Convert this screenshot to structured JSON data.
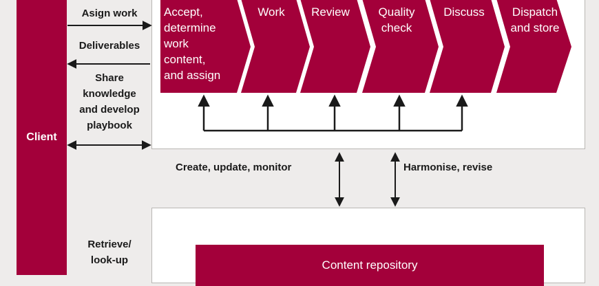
{
  "client": {
    "label": "Client"
  },
  "interactions": {
    "assign_work": "Asign work",
    "deliverables": "Deliverables",
    "share_knowledge": "Share\nknowledge\nand develop\nplaybook",
    "retrieve": "Retrieve/\nlook-up"
  },
  "process_steps": [
    {
      "label": "Accept,\ndetermine\nwork\ncontent,\nand assign"
    },
    {
      "label": "Work"
    },
    {
      "label": "Review"
    },
    {
      "label": "Quality\ncheck"
    },
    {
      "label": "Discuss"
    },
    {
      "label": "Dispatch\nand store"
    }
  ],
  "links": {
    "create_update_monitor": "Create, update, monitor",
    "harmonise_revise": "Harmonise, revise"
  },
  "repository": {
    "label": "Content repository"
  },
  "colors": {
    "accent": "#a3003a",
    "background": "#eeeceb",
    "panel": "#ffffff",
    "text": "#1a1a1a"
  }
}
